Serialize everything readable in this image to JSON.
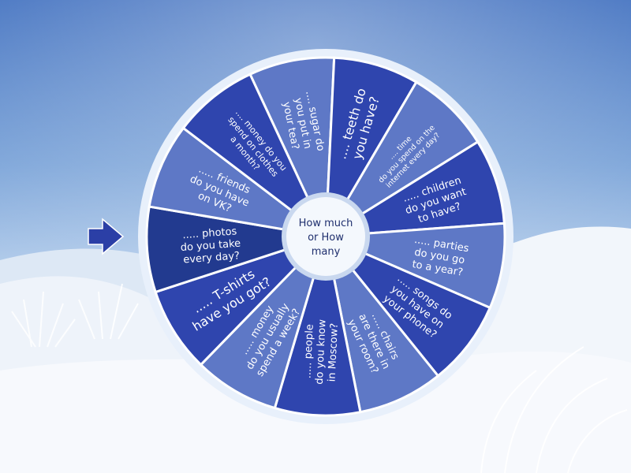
{
  "game": {
    "center_label": [
      "How much",
      "or How",
      "many"
    ],
    "colors": {
      "segment_dark": "#2f45ae",
      "segment_mid": "#3a55b8",
      "segment_light": "#5e78c6",
      "segment_selected": "#223a8f",
      "rim": "#e8f0fb",
      "hub": "#f4f8fd",
      "hub_ring": "#c9d8ef",
      "pointer": "#2b3fa6"
    },
    "pointer_icon": "arrow-right-icon",
    "segments": [
      {
        "lines": [
          ".... sugar do",
          "you put in",
          "your tea?"
        ],
        "shade": "light"
      },
      {
        "lines": [
          ".... teeth do",
          "you have?"
        ],
        "shade": "dark"
      },
      {
        "lines": [
          ".... time",
          "do you spend on the",
          "internet every day?"
        ],
        "shade": "light"
      },
      {
        "lines": [
          "..... children",
          "do you want",
          "to have?"
        ],
        "shade": "dark"
      },
      {
        "lines": [
          "..... parties",
          "do you go",
          "to a year?"
        ],
        "shade": "light"
      },
      {
        "lines": [
          "..... songs do",
          "you have on",
          "your phone?"
        ],
        "shade": "dark"
      },
      {
        "lines": [
          "..... chairs",
          "are there in",
          "your room?"
        ],
        "shade": "light"
      },
      {
        "lines": [
          "..... people",
          "do you know",
          "in Moscow?"
        ],
        "shade": "dark"
      },
      {
        "lines": [
          "..... money",
          "do you usually",
          "spend a week?"
        ],
        "shade": "light"
      },
      {
        "lines": [
          "..... T-shirts",
          "have you got?"
        ],
        "shade": "dark"
      },
      {
        "lines": [
          "..... photos",
          "do you take",
          "every day?"
        ],
        "shade": "selected"
      },
      {
        "lines": [
          "..... friends",
          "do you have",
          "on VK?"
        ],
        "shade": "light"
      },
      {
        "lines": [
          ".... money do you",
          "spend on clothes",
          "a month?"
        ],
        "shade": "dark"
      }
    ]
  }
}
